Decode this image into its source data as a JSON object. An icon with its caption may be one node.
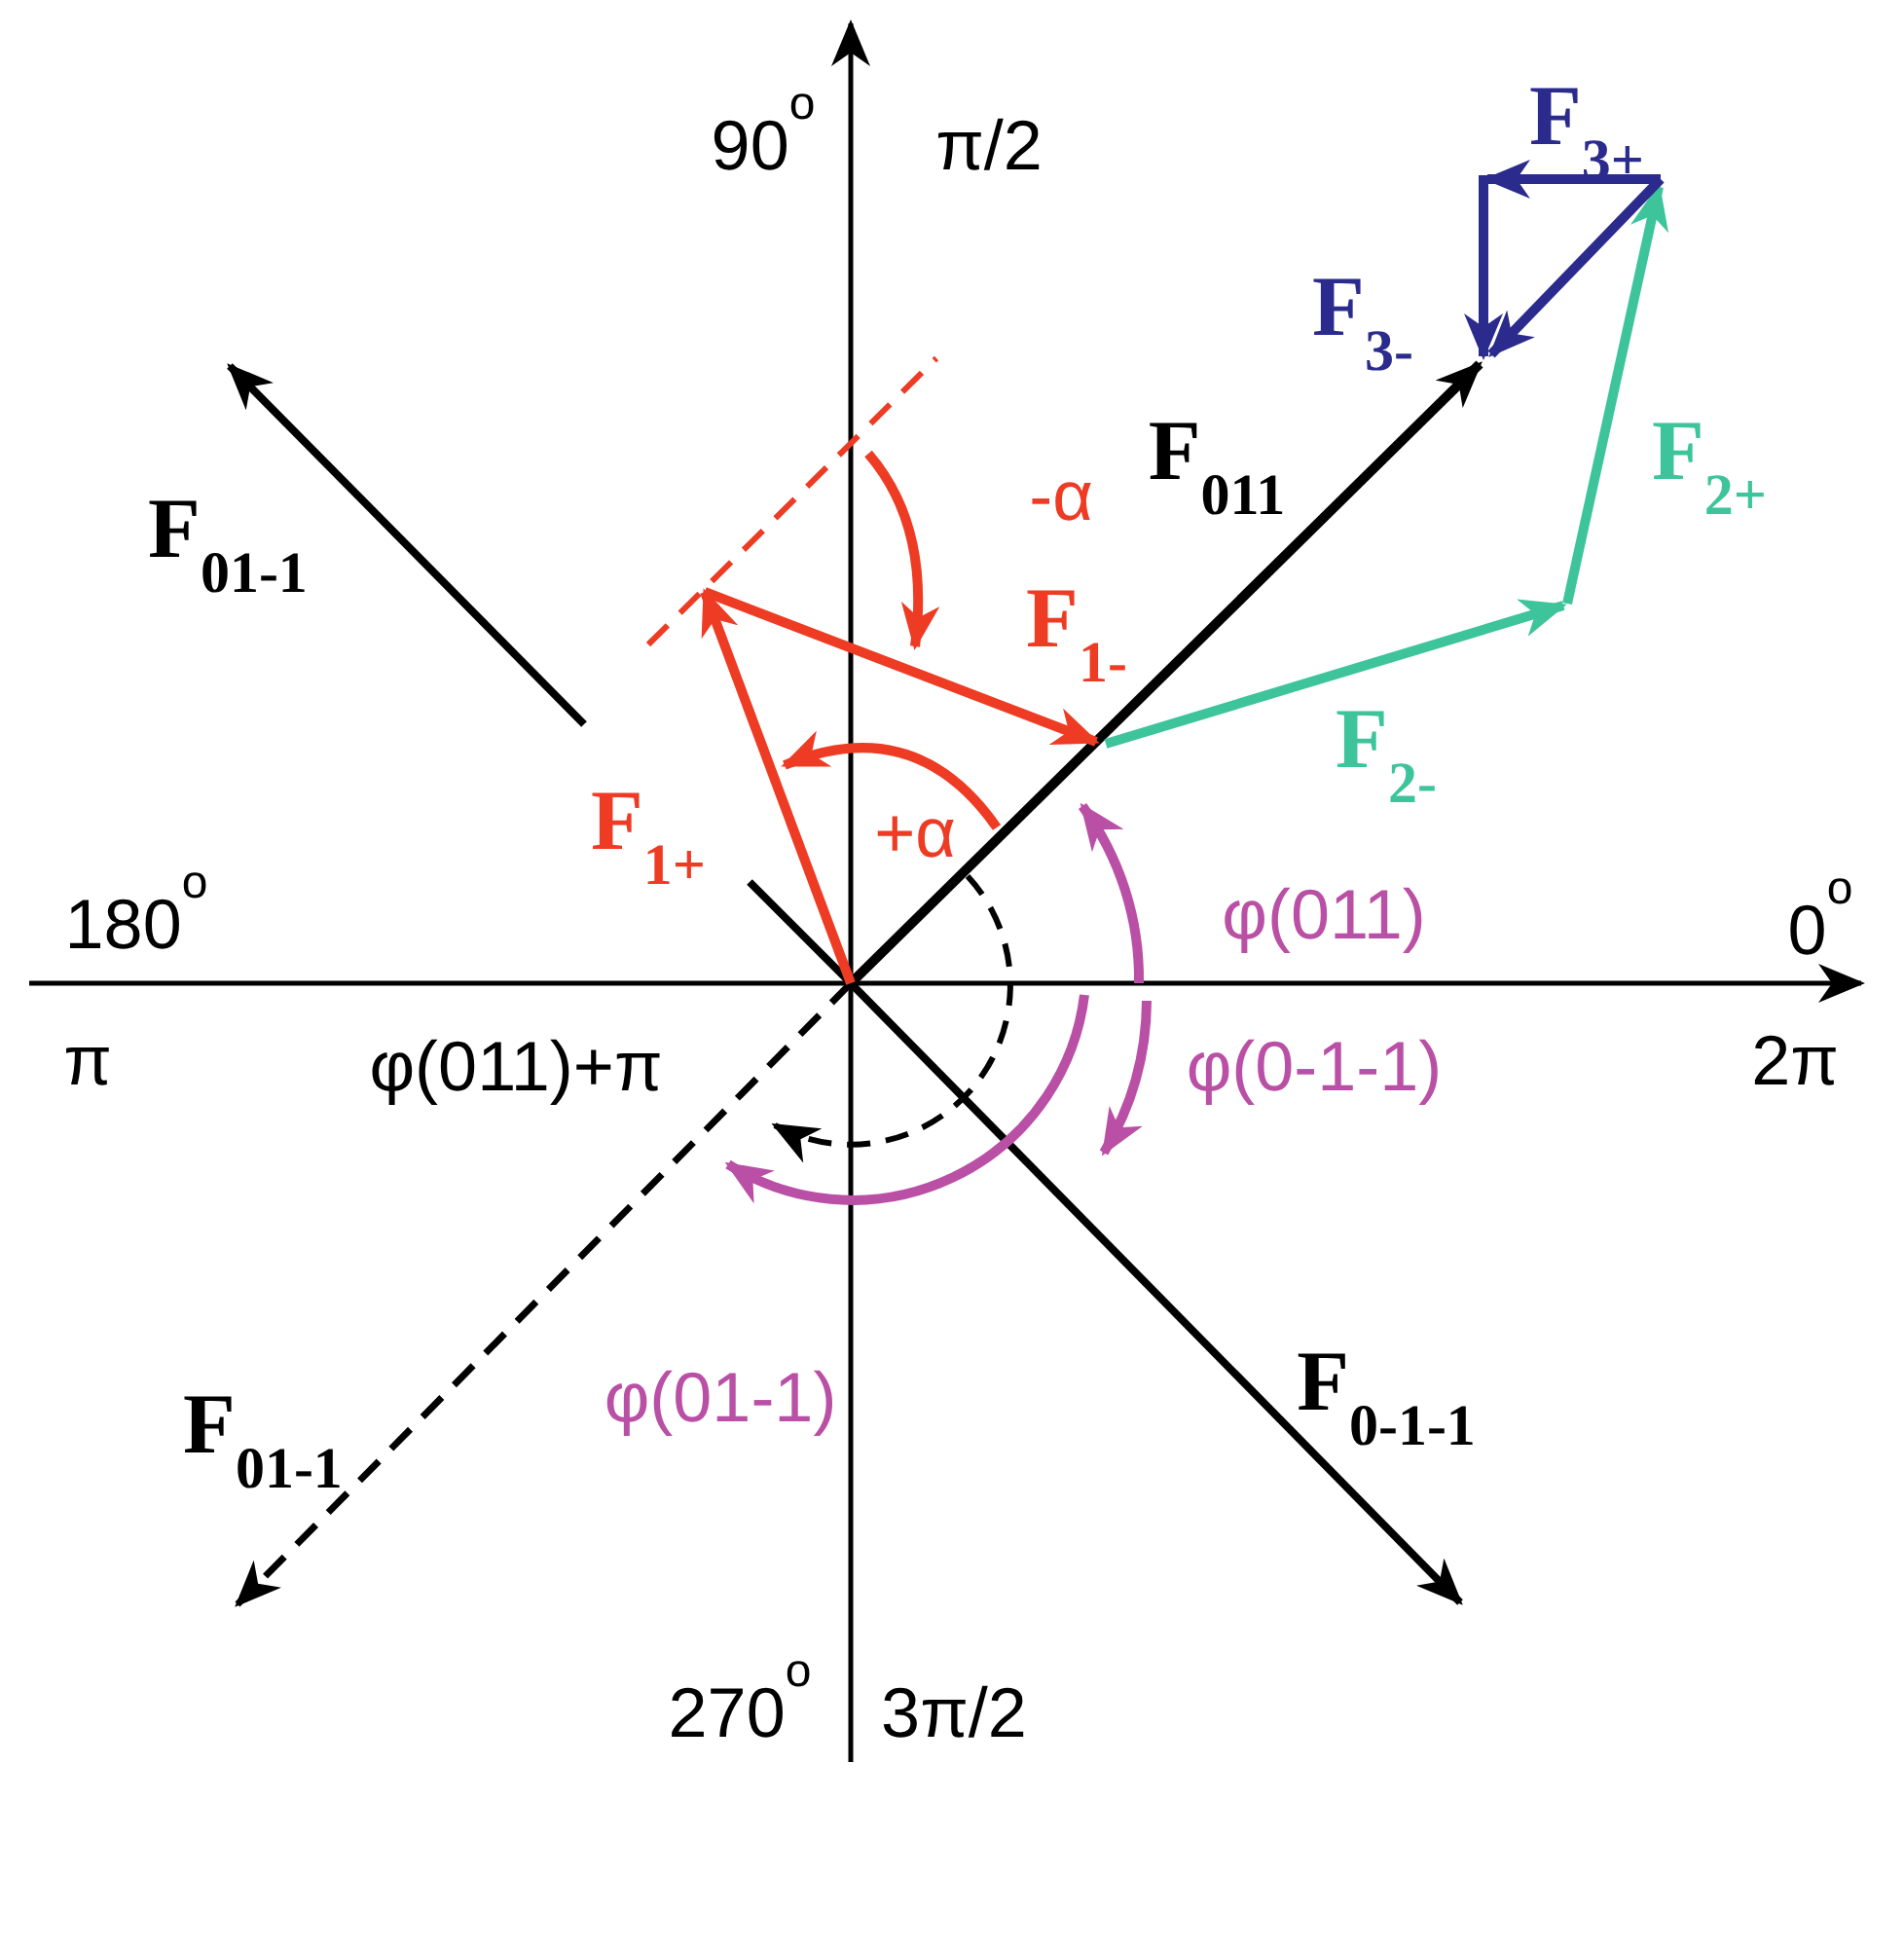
{
  "diagram": {
    "labels": [
      "90$^{o}$",
      "π/2",
      "F$_{3+}$",
      "F$_{3-}$",
      "F$_{011}$",
      "F$_{2+}$",
      "F$_{01-1}$",
      "-α",
      "F$_{1-}$",
      "F$_{1+}$",
      "+α",
      "F$_{2-}$",
      "180$^{o}$",
      "φ(011)",
      "0$^{o}$",
      "π",
      "φ(011)+π",
      "φ(0-1-1)",
      "2π",
      "F$_{01-1}$",
      "φ(01-1)",
      "F$_{0-1-1}$",
      "270$^{o}$",
      "3π/2"
    ]
  }
}
